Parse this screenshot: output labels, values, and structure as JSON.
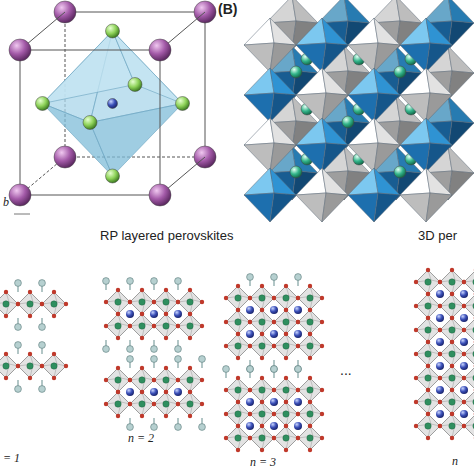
{
  "diagram": {
    "labels": [
      "(B)",
      "b",
      "RP layered perovskites",
      "3D per",
      "= 1",
      "n = 2",
      "...",
      "n = 3",
      "n"
    ]
  }
}
